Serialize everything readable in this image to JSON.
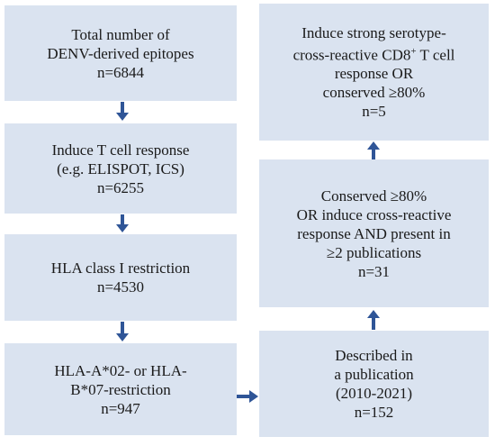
{
  "colors": {
    "box_fill": "#dae3f0",
    "arrow": "#2f5597"
  },
  "boxes": [
    {
      "id": "total-epitopes",
      "lines": [
        "Total number of",
        "DENV-derived epitopes",
        "n=6844"
      ]
    },
    {
      "id": "t-cell-response",
      "lines": [
        "Induce T cell response",
        "(e.g. ELISPOT, ICS)",
        "n=6255"
      ]
    },
    {
      "id": "hla-class-i",
      "lines": [
        "HLA class I restriction",
        "n=4530"
      ]
    },
    {
      "id": "hla-a02-b07",
      "lines": [
        "HLA-A*02- or HLA-",
        "B*07-restriction",
        "n=947"
      ]
    },
    {
      "id": "described-publication",
      "lines": [
        "Described in",
        "a publication",
        "(2010-2021)",
        "n=152"
      ]
    },
    {
      "id": "conserved-80",
      "lines": [
        "Conserved ≥80%",
        "OR induce cross-reactive",
        "response AND present in",
        "≥2 publications",
        "n=31"
      ]
    },
    {
      "id": "strong-cross-reactive",
      "lines": [
        "Induce strong serotype-",
        "cross-reactive CD8",
        "response OR",
        "conserved ≥80%",
        "n=5"
      ],
      "superscript": "+",
      "superscript_suffix": " T cell"
    }
  ]
}
